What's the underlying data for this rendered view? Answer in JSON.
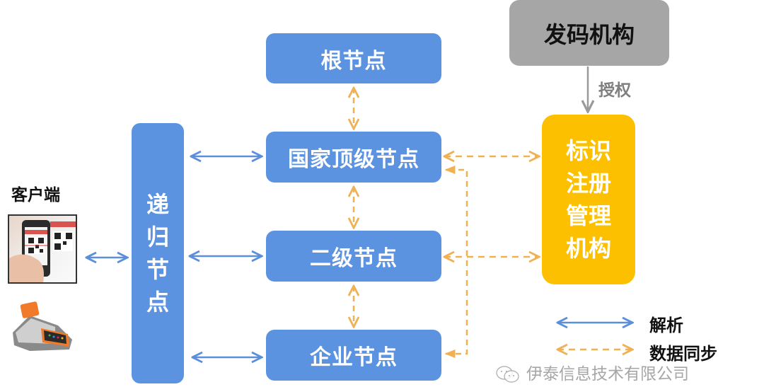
{
  "client": {
    "label": "客户端",
    "devices": [
      "phone-qr-scan-image",
      "pos-terminal-image"
    ]
  },
  "nodes": {
    "root": "根节点",
    "national": "国家顶级节点",
    "secondary": "二级节点",
    "enterprise": "企业节点",
    "recursive": [
      "递",
      "归",
      "节",
      "点"
    ]
  },
  "authority": {
    "issuer": "发码机构",
    "authorize_label": "授权",
    "registry": [
      "标识",
      "注册",
      "管理",
      "机构"
    ]
  },
  "legend": {
    "parse": "解析",
    "sync": "数据同步"
  },
  "watermark": "伊泰信息技术有限公司",
  "colors": {
    "node_blue": "#5b93e0",
    "registry_yellow": "#fcc000",
    "issuer_gray": "#a6a6a6",
    "parse_arrow": "#5b8fd9",
    "sync_arrow": "#f0b155"
  }
}
